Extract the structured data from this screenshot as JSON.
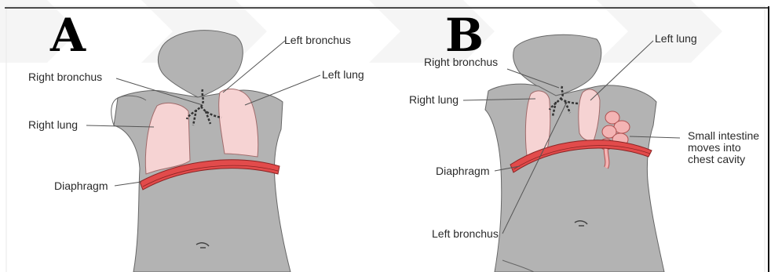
{
  "panels": [
    {
      "letter": "A",
      "labels": {
        "left_bronchus": "Left bronchus",
        "right_bronchus": "Right bronchus",
        "left_lung": "Left lung",
        "right_lung": "Right lung",
        "diaphragm": "Diaphragm"
      }
    },
    {
      "letter": "B",
      "labels": {
        "left_lung": "Left lung",
        "right_bronchus": "Right bronchus",
        "right_lung": "Right lung",
        "small_intestine": [
          "Small intestine",
          "moves into",
          "chest cavity"
        ],
        "diaphragm": "Diaphragm",
        "left_bronchus": "Left bronchus"
      }
    }
  ],
  "colors": {
    "body": "#b3b3b3",
    "lung": "#f6d3d3",
    "diaphragm": "#e24b4b",
    "intestine": "#f0a0a0",
    "border": "#111111"
  }
}
